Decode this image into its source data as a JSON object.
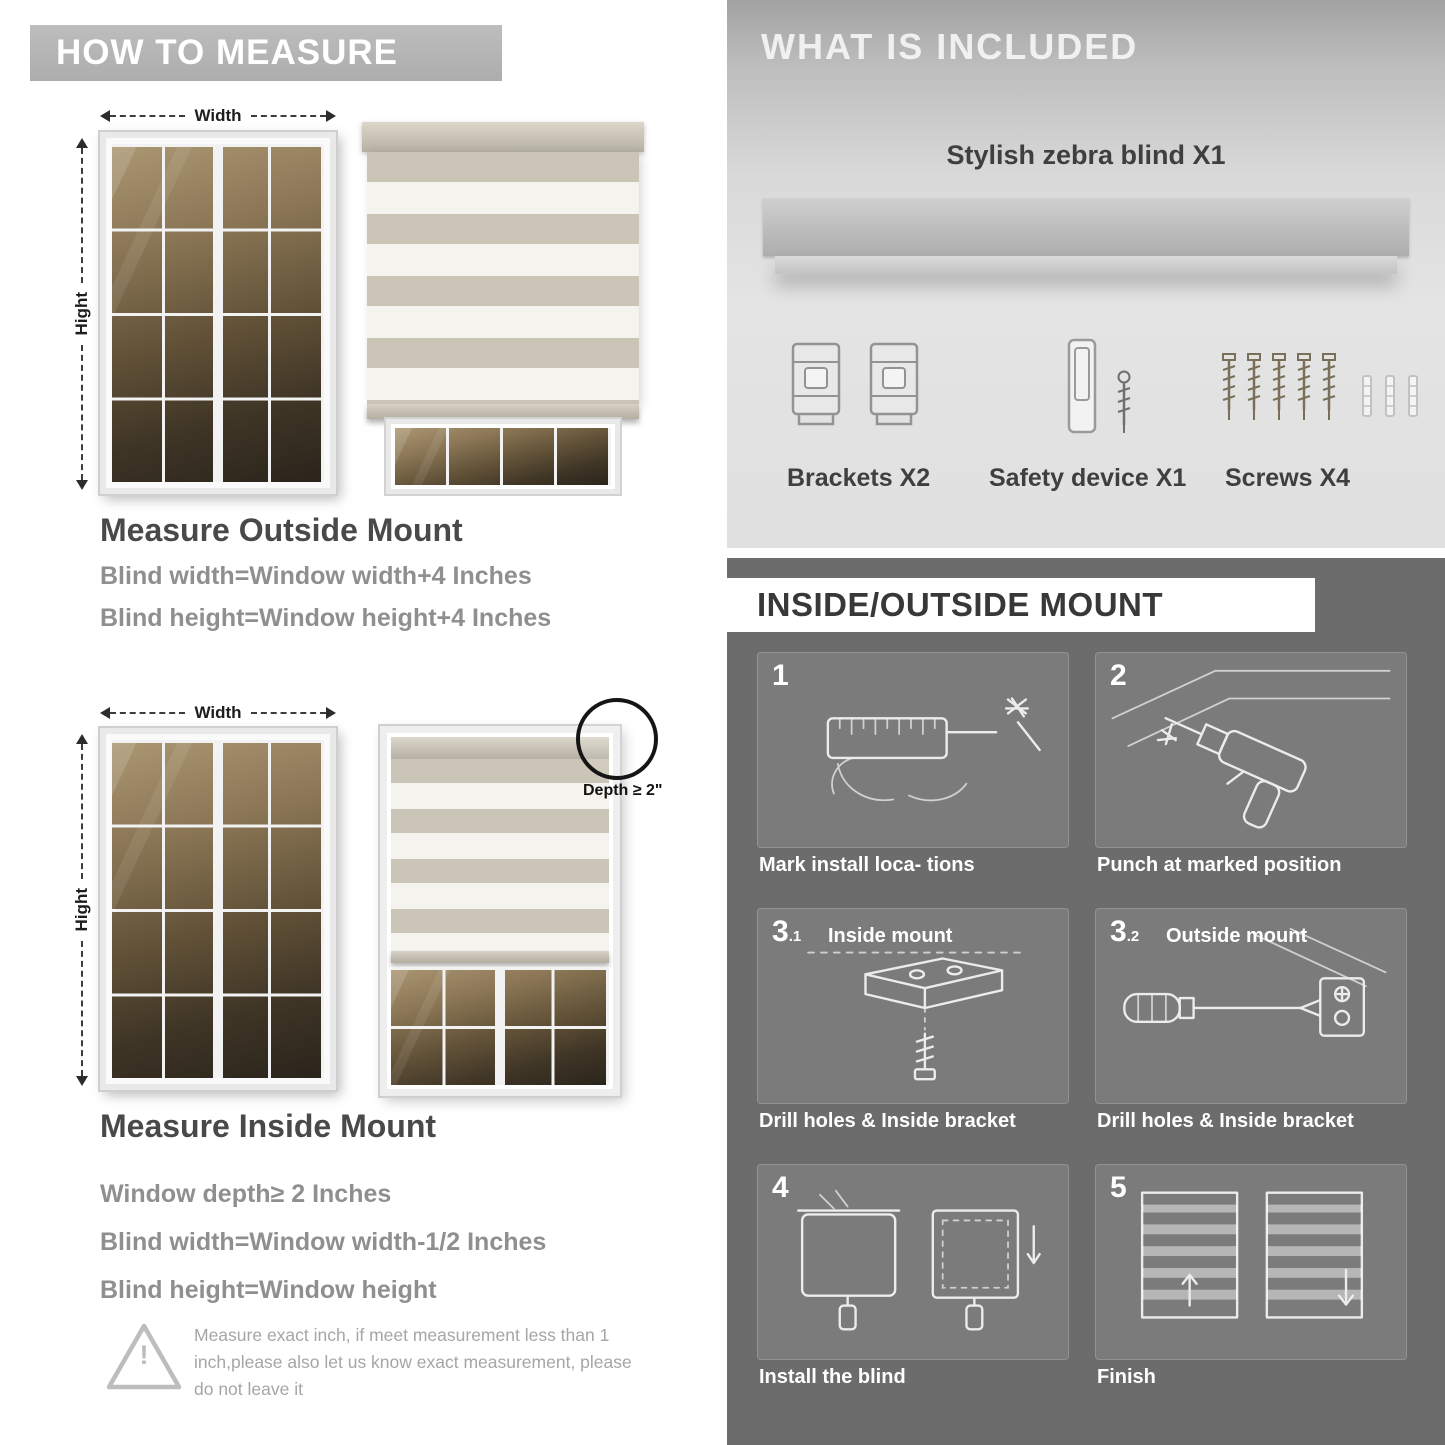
{
  "colors": {
    "banner_gray": "#b3b3b3",
    "heading_dark": "#494949",
    "body_gray": "#8f8f8f",
    "mount_bg": "#6c6c6c",
    "included_bg": "#d9d9d9",
    "white": "#ffffff"
  },
  "left": {
    "header": "HOW TO MEASURE",
    "outside": {
      "width_label": "Width",
      "height_label": "Hight",
      "title": "Measure Outside Mount",
      "lines": [
        "Blind width=Window width+4 Inches",
        "Blind height=Window height+4 Inches"
      ]
    },
    "inside": {
      "width_label": "Width",
      "height_label": "Hight",
      "depth_label": "Depth ≥ 2\"",
      "title": "Measure Inside Mount",
      "lines": [
        "Window depth≥ 2 Inches",
        "Blind width=Window width-1/2 Inches",
        "Blind height=Window height"
      ]
    },
    "warning": {
      "mark": "!",
      "note": "Measure exact inch, if meet measurement less than 1 inch,please also let us know exact measurement, please do not leave it"
    }
  },
  "right": {
    "included": {
      "header": "WHAT IS INCLUDED",
      "product_label": "Stylish zebra blind X1",
      "items": [
        {
          "label": "Brackets X2",
          "icon": "bracket-icon"
        },
        {
          "label": "Safety device X1",
          "icon": "safety-device-icon"
        },
        {
          "label": "Screws X4",
          "icon": "screw-icon"
        }
      ]
    },
    "mount": {
      "header": "INSIDE/OUTSIDE MOUNT",
      "steps": [
        {
          "num": "1",
          "sub": "",
          "title": "",
          "caption": "Mark install loca- tions"
        },
        {
          "num": "2",
          "sub": "",
          "title": "",
          "caption": "Punch at  marked position"
        },
        {
          "num": "3",
          "sub": ".1",
          "title": "Inside mount",
          "caption": "Drill holes &  Inside bracket"
        },
        {
          "num": "3",
          "sub": ".2",
          "title": "Outside mount",
          "caption": "Drill holes &  Inside bracket"
        },
        {
          "num": "4",
          "sub": "",
          "title": "",
          "caption": "Install the blind"
        },
        {
          "num": "5",
          "sub": "",
          "title": "",
          "caption": "Finish"
        }
      ]
    }
  }
}
